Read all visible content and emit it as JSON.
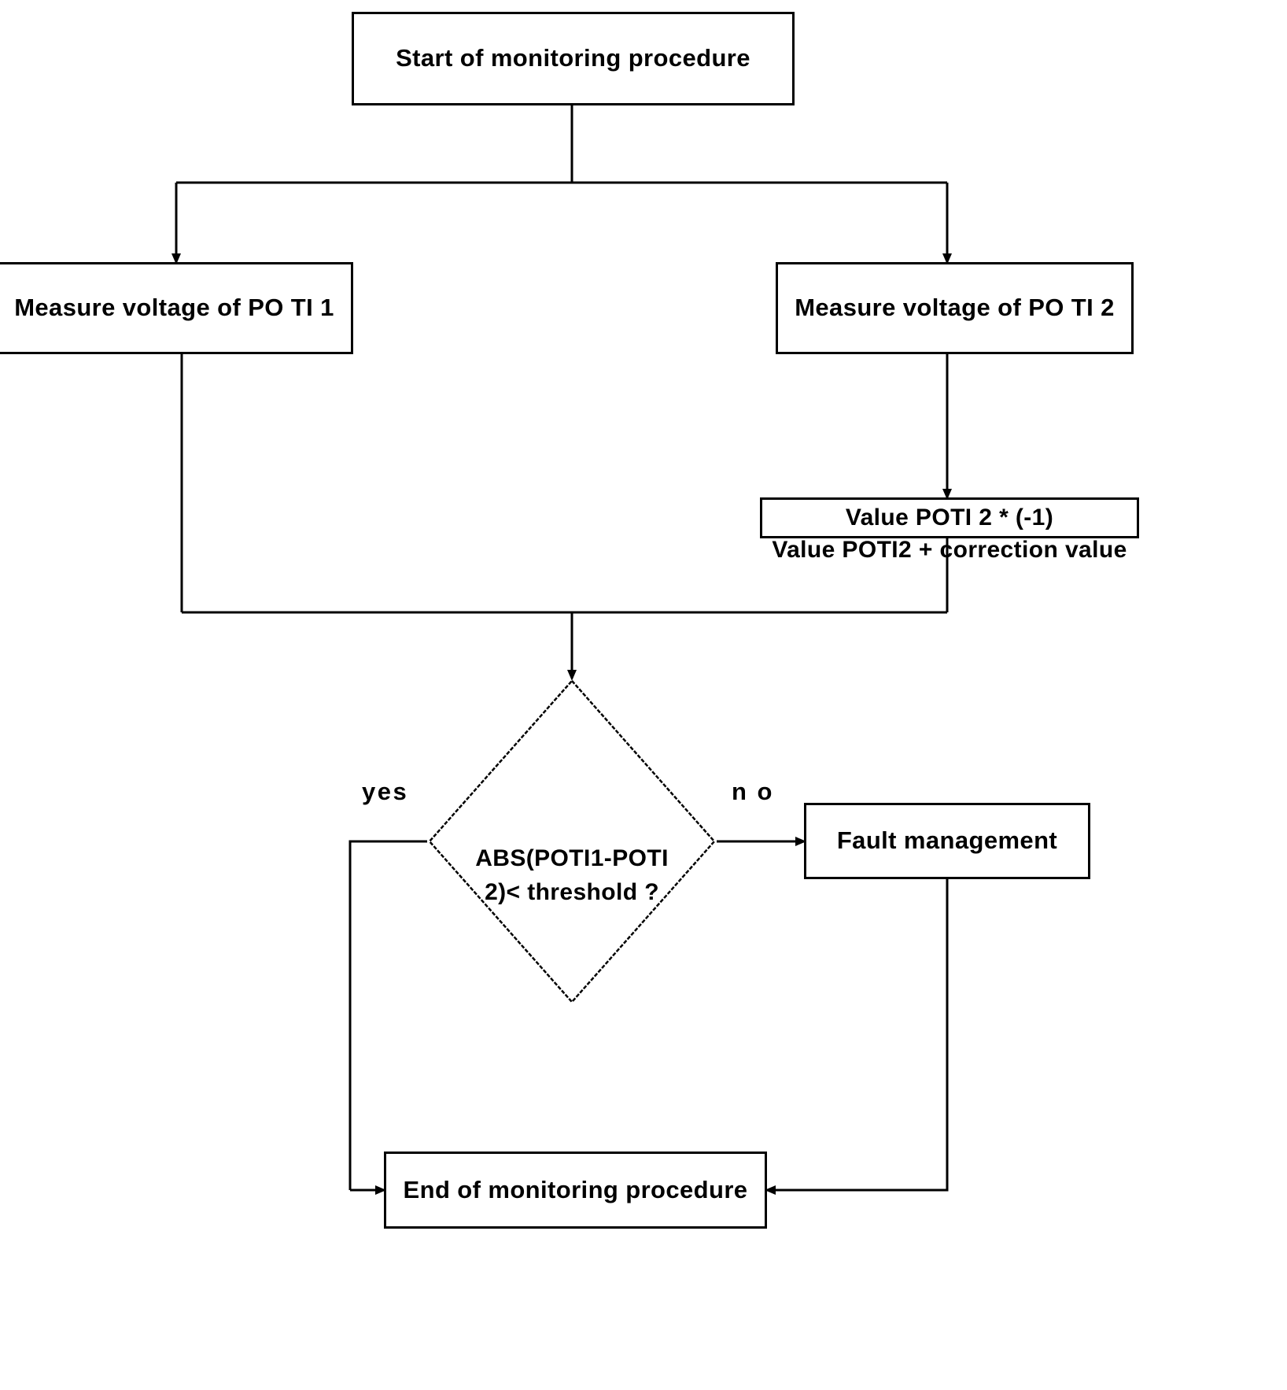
{
  "diagram": {
    "title": "Monitoring procedure flowchart",
    "stroke_color": "#000000",
    "fill_color": "#ffffff",
    "nodes": {
      "start": {
        "label": "Start of monitoring procedure",
        "shape": "rectangle"
      },
      "measure_poti1": {
        "label": "Measure voltage of PO TI 1",
        "shape": "rectangle"
      },
      "measure_poti2": {
        "label": "Measure voltage of PO TI 2",
        "shape": "rectangle"
      },
      "value_poti2": {
        "label": "Value POTI 2 * (-1)\nValue POTI2 + correction value",
        "shape": "rectangle"
      },
      "decision": {
        "label": "ABS(POTI1-POTI\n2)< threshold ?",
        "shape": "diamond"
      },
      "fault_management": {
        "label": "Fault management",
        "shape": "rectangle"
      },
      "end": {
        "label": "End of monitoring procedure",
        "shape": "rectangle"
      }
    },
    "edge_labels": {
      "yes": "yes",
      "no": "n o"
    }
  }
}
